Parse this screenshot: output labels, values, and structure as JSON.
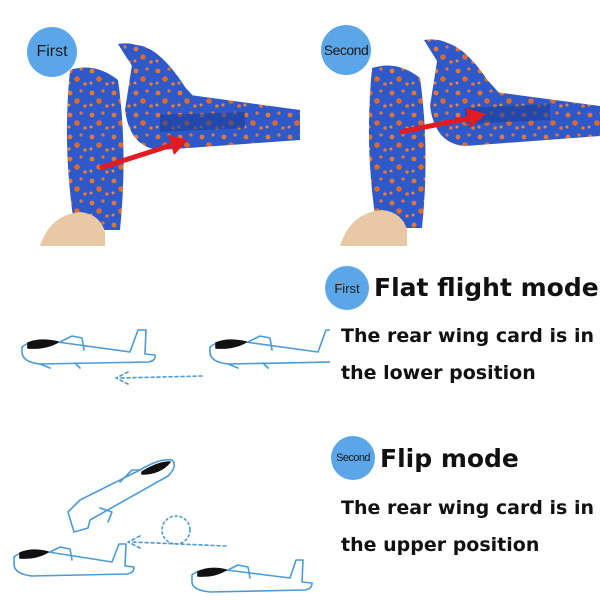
{
  "photos": [
    {
      "badge": "First"
    },
    {
      "badge": "Second"
    }
  ],
  "modes": [
    {
      "badge": "First",
      "title": "Flat flight mode",
      "description": "The rear wing card is in the lower position"
    },
    {
      "badge": "Second",
      "title": "Flip mode",
      "description": "The rear wing card is in the upper position"
    }
  ],
  "colors": {
    "badge": "#5aa6e8",
    "foam_blue": "#2f58c8",
    "foam_speckle": "#e2773a",
    "arrow": "#e01b22",
    "line_art": "#4c9ad6"
  }
}
